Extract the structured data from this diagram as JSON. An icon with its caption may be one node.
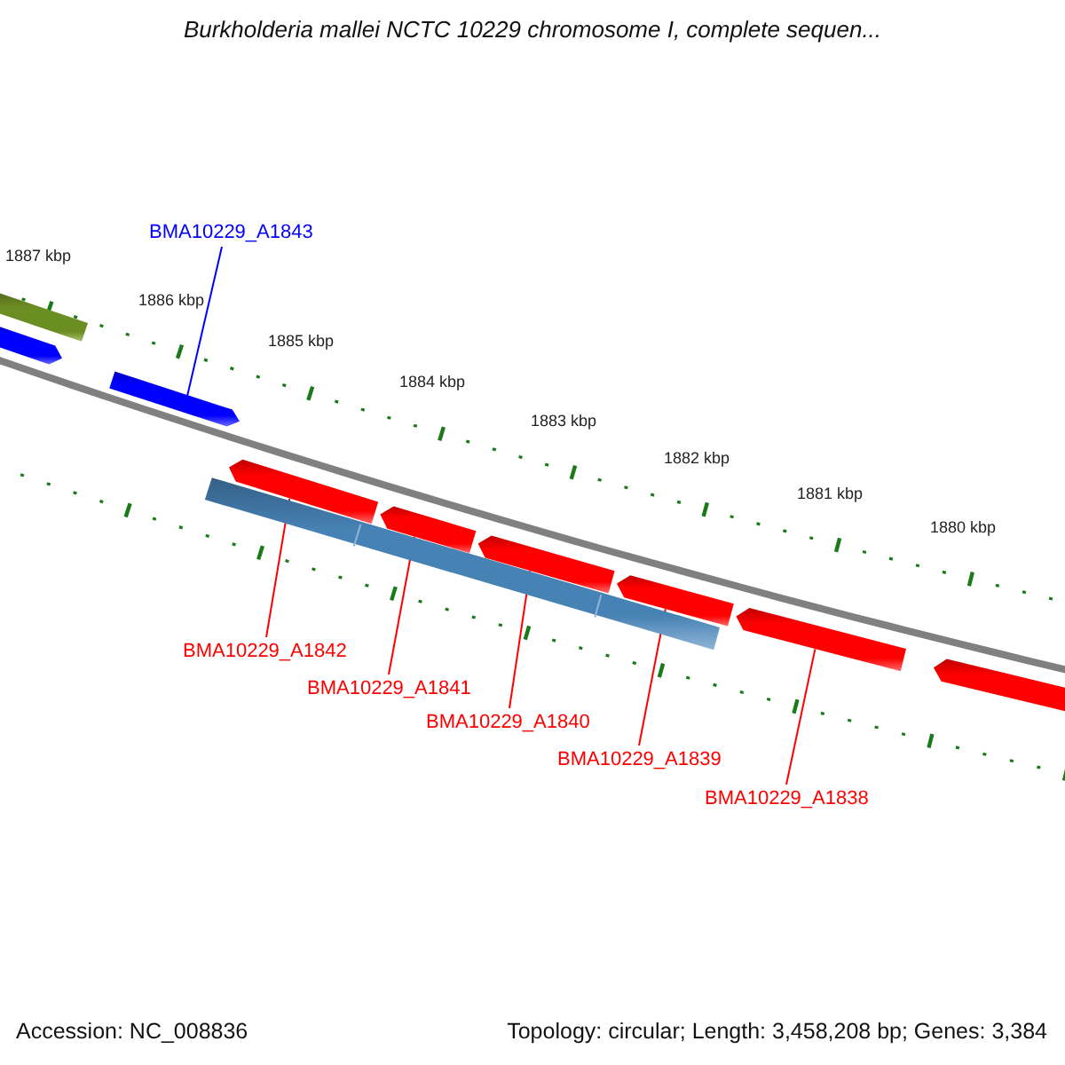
{
  "diagram": {
    "title": "Burkholderia mallei NCTC 10229 chromosome I, complete sequen...",
    "nodes": [
      {
        "text": [
          "BMA10229_A1843"
        ]
      },
      {
        "text": [],
        "shape": "bar"
      },
      {
        "text": [],
        "shape": "bar"
      },
      {
        "text": [],
        "shape": "bar"
      },
      {
        "text": [],
        "shape": "bar"
      },
      {
        "text": [],
        "shape": "bar"
      },
      {
        "text": [],
        "shape": "bar"
      },
      {
        "text": [],
        "shape": "bar"
      },
      {
        "text": [],
        "shape": "bar"
      },
      {
        "text": [],
        "shape": "bar"
      },
      {
        "text": [],
        "shape": "bar"
      },
      {
        "text": [
          "BMA10229_A1842"
        ]
      },
      {
        "text": [
          "BMA10229_A1841"
        ]
      },
      {
        "text": [
          "BMA10229_A1840"
        ]
      },
      {
        "text": [
          "BMA10229_A1839"
        ]
      },
      {
        "text": [
          "BMA10229_A1838"
        ]
      }
    ],
    "edges": [
      {
        "from": 0,
        "to": 3,
        "arrow": "none",
        "color": "#0000ff"
      },
      {
        "from": 11,
        "to": 5,
        "arrow": "none"
      },
      {
        "from": 12,
        "to": 6,
        "arrow": "none"
      },
      {
        "from": 13,
        "to": 7,
        "arrow": "none"
      },
      {
        "from": 14,
        "to": 8,
        "arrow": "none"
      },
      {
        "from": 15,
        "to": 9,
        "arrow": "none"
      }
    ],
    "labels": [
      "1887 kbp",
      "1886 kbp",
      "1885 kbp",
      "1884 kbp",
      "1883 kbp",
      "1882 kbp",
      "1881 kbp",
      "1880 kbp",
      "Accession: NC_008836",
      "Topology: circular; Length: 3,458,208 bp; Genes: 3,384"
    ]
  }
}
